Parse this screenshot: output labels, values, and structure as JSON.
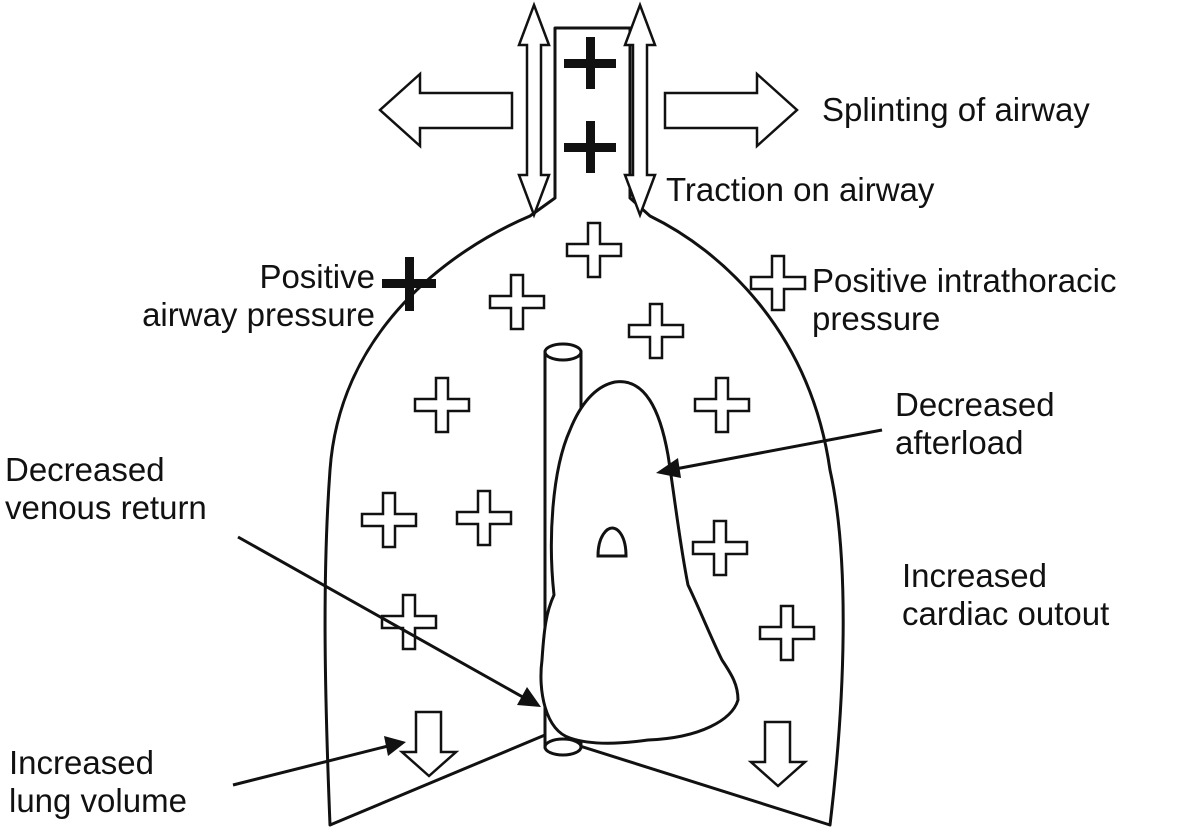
{
  "labels": {
    "splinting": "Splinting of airway",
    "traction": "Traction on airway",
    "positive_airway_line1": "Positive",
    "positive_airway_line2": "airway pressure",
    "positive_intrathoracic_line1": "Positive intrathoracic",
    "positive_intrathoracic_line2": "pressure",
    "decreased_afterload_line1": "Decreased",
    "decreased_afterload_line2": "afterload",
    "decreased_venous_line1": "Decreased",
    "decreased_venous_line2": "venous return",
    "increased_cardiac_line1": "Increased",
    "increased_cardiac_line2": "cardiac outout",
    "increased_lung_line1": "Increased",
    "increased_lung_line2": "lung volume"
  },
  "colors": {
    "ink": "#111111",
    "background": "#ffffff"
  },
  "icons": {
    "solid_plus": "positive-airway-pressure-icon",
    "hollow_plus": "positive-intrathoracic-pressure-icon"
  }
}
